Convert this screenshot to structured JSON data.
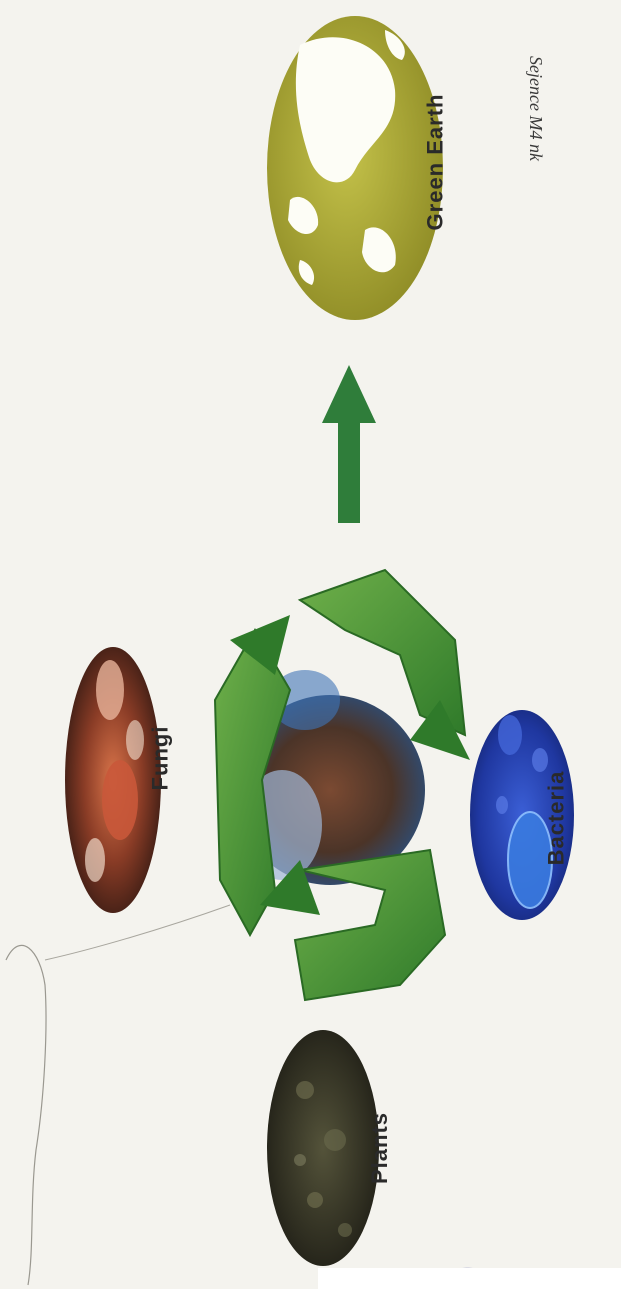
{
  "labels": {
    "fungi": "Fungi",
    "green_earth": "Green Earth",
    "bacteria": "Bacteria",
    "plants": "Plants",
    "signature": "Sejence M4 nk"
  },
  "colors": {
    "recycle_green": "#3d8a2c",
    "arrow_green": "#2f7d3a",
    "earth_land": "#b3b138",
    "bacteria_blue": "#2340a8",
    "fungi_orange": "#c86a3e",
    "plants_dark": "#3b3a2a"
  },
  "icons": [
    "fungi-image",
    "recycle-symbol",
    "green-earth-globe",
    "bacteria-image",
    "plants-image",
    "flow-arrow"
  ]
}
